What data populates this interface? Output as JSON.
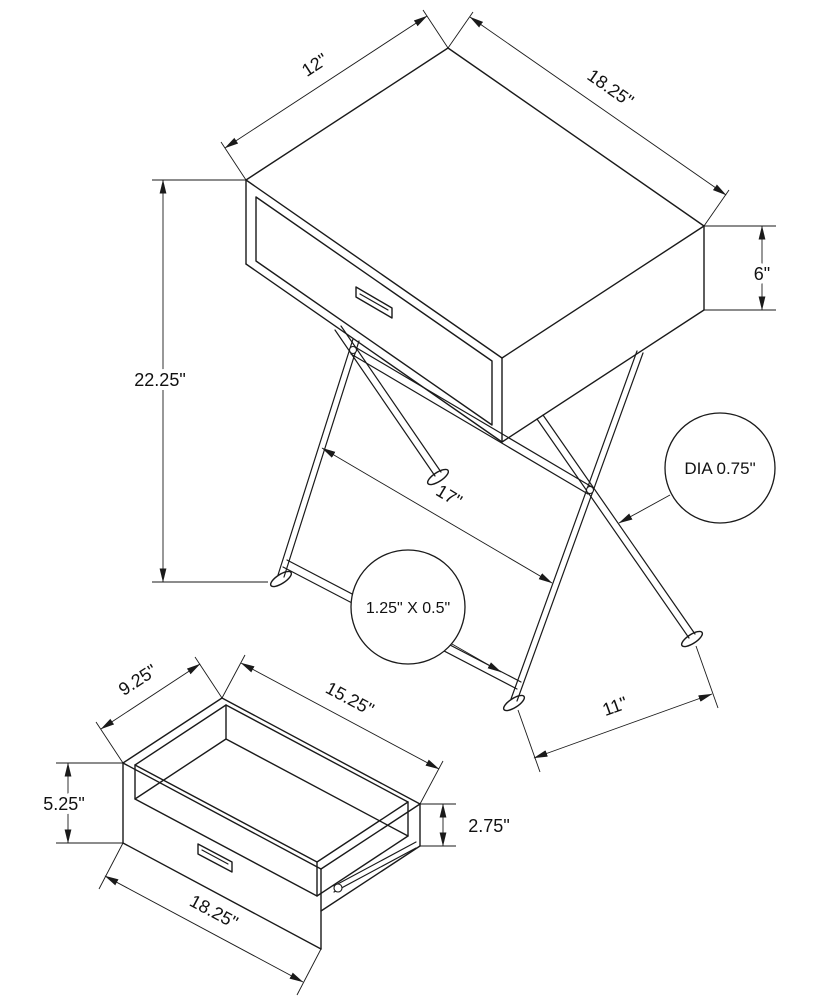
{
  "page": {
    "background": "#ffffff",
    "line_color": "#1a1a1a",
    "description": "Technical dimension drawing of an accent table with X-shaped metal legs and a pull-out drawer"
  },
  "main_view": {
    "name": "accent-table-isometric-view",
    "dimensions": {
      "top_depth": "12\"",
      "top_width": "18.25\"",
      "drawer_box_height": "6\"",
      "overall_height": "22.25\"",
      "leg_spread": "17\"",
      "foot_depth": "11\"",
      "leg_tube_diameter": "DIA 0.75\"",
      "stretcher_profile": "1.25\" X 0.5\""
    }
  },
  "drawer_view": {
    "name": "drawer-detail-view",
    "dimensions": {
      "inner_depth": "9.25\"",
      "inner_width": "15.25\"",
      "front_height": "5.25\"",
      "side_height": "2.75\"",
      "front_width": "18.25\""
    }
  }
}
